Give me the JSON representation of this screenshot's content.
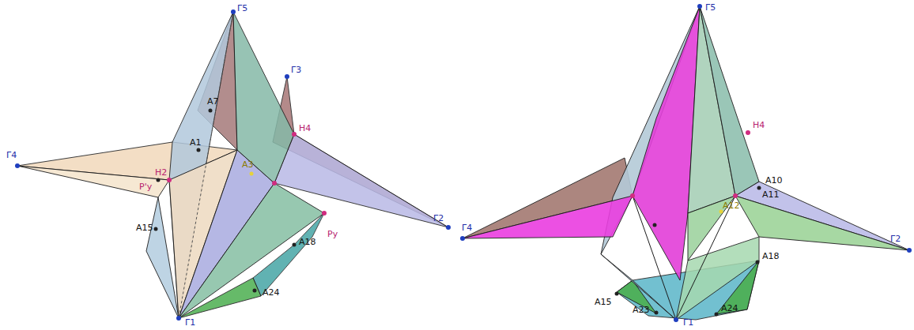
{
  "diagram": {
    "labels": [
      "Γ5",
      "Γ3",
      "A7",
      "A1",
      "A3",
      "H4",
      "H2",
      "P'y",
      "A15",
      "Py",
      "A18",
      "A24",
      "Γ1",
      "Γ4",
      "Γ2",
      "Γ5",
      "Γ4",
      "H4",
      "A10",
      "A11",
      "A12",
      "Γ2",
      "A15",
      "A18",
      "A23",
      "A24",
      "Γ1"
    ]
  }
}
